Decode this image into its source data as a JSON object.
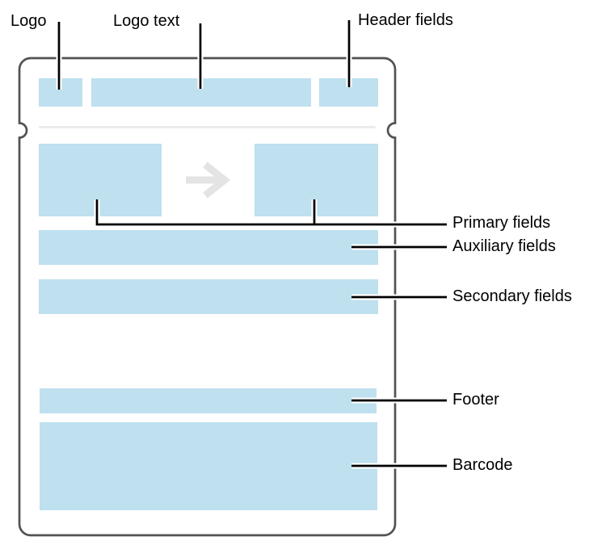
{
  "diagram": {
    "callouts": {
      "logo": "Logo",
      "logo_text": "Logo text",
      "header_fields": "Header fields",
      "primary_fields": "Primary fields",
      "auxiliary_fields": "Auxiliary fields",
      "secondary_fields": "Secondary fields",
      "footer": "Footer",
      "barcode": "Barcode"
    }
  },
  "colors": {
    "field-blue": "#bee0ef",
    "pass-outline": "#525252",
    "separator": "#ebebeb",
    "arrow": "#e4e4e4",
    "leader-line": "#000000",
    "callout-text": "#000000"
  }
}
